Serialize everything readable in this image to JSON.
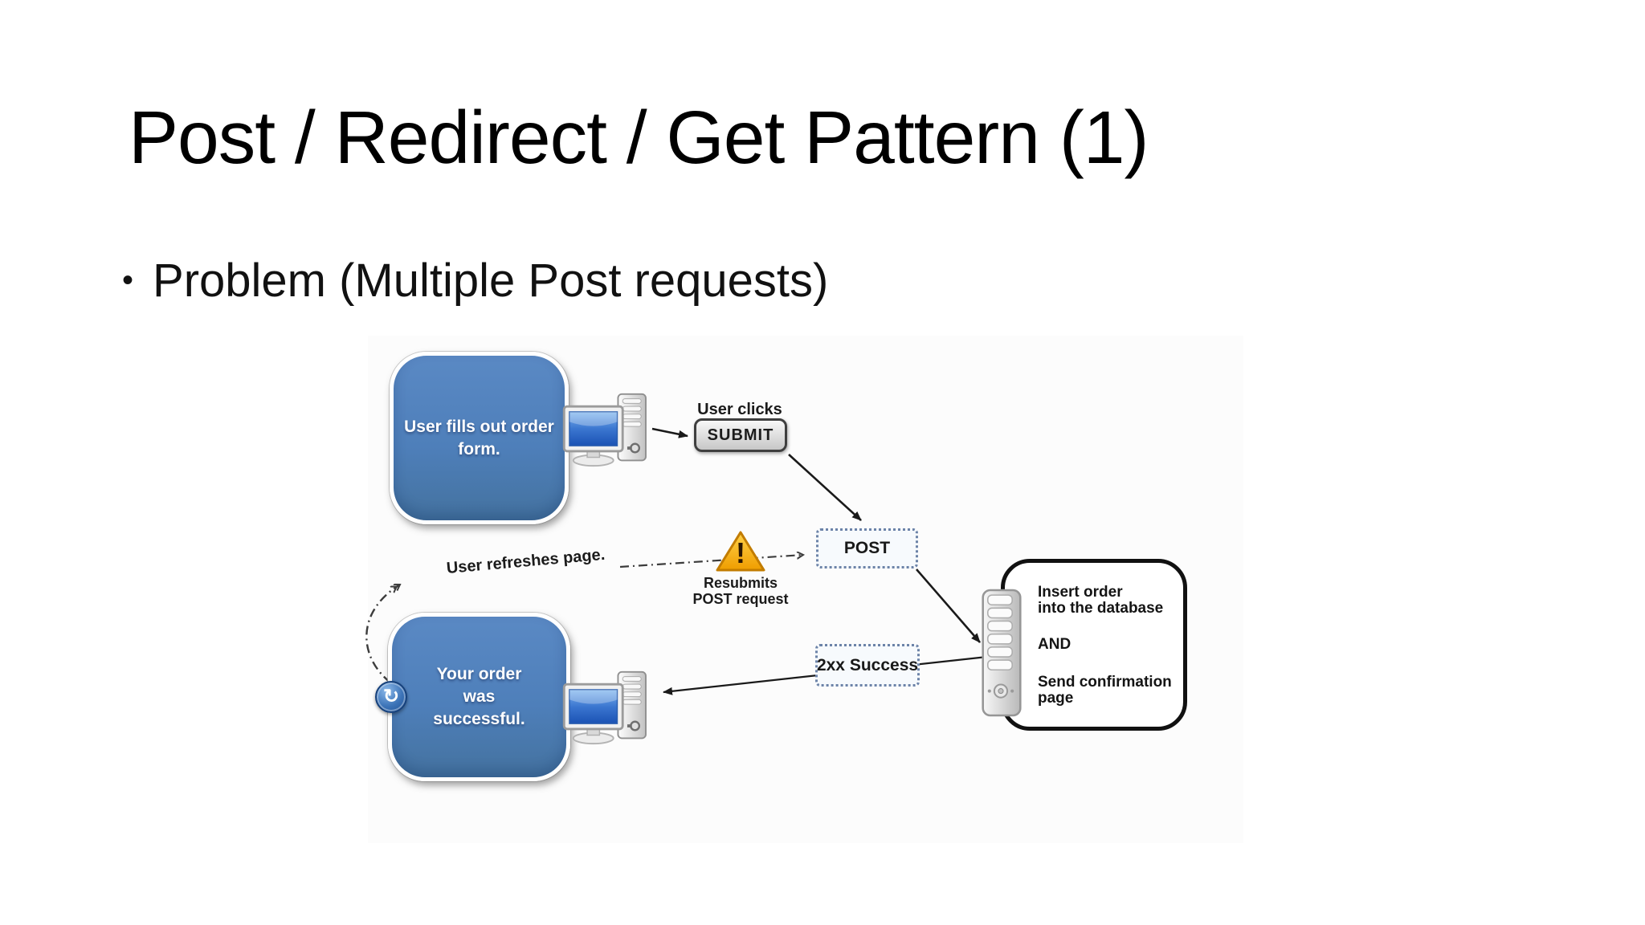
{
  "slide": {
    "title": "Post / Redirect / Get Pattern (1)",
    "bullet": {
      "marker": "•",
      "text": "Problem (Multiple Post requests)"
    }
  },
  "diagram": {
    "user_form_box": {
      "lines": [
        "User fills out order",
        "form."
      ]
    },
    "user_clicks_label": "User clicks",
    "submit_button_label": "SUBMIT",
    "post_box_label": "POST",
    "warning_label": {
      "line1": "Resubmits",
      "line2": "POST request"
    },
    "refresh_arrow_label": "User refreshes page.",
    "server_box": {
      "lines": [
        "Insert order",
        "into the database",
        "AND",
        "Send confirmation",
        "page"
      ]
    },
    "success_box_label": "2xx Success",
    "order_success_box": {
      "lines": [
        "Your order",
        "was",
        "successful."
      ]
    },
    "icons": {
      "refresh_glyph": "↻",
      "warning_glyph": "!"
    },
    "colors": {
      "node_blue": "#4e7fba",
      "dotted_border": "#6c83a8",
      "warning_orange": "#f5a623",
      "arrow_black": "#1a1a1a",
      "server_border": "#111111",
      "background": "#ffffff"
    }
  }
}
